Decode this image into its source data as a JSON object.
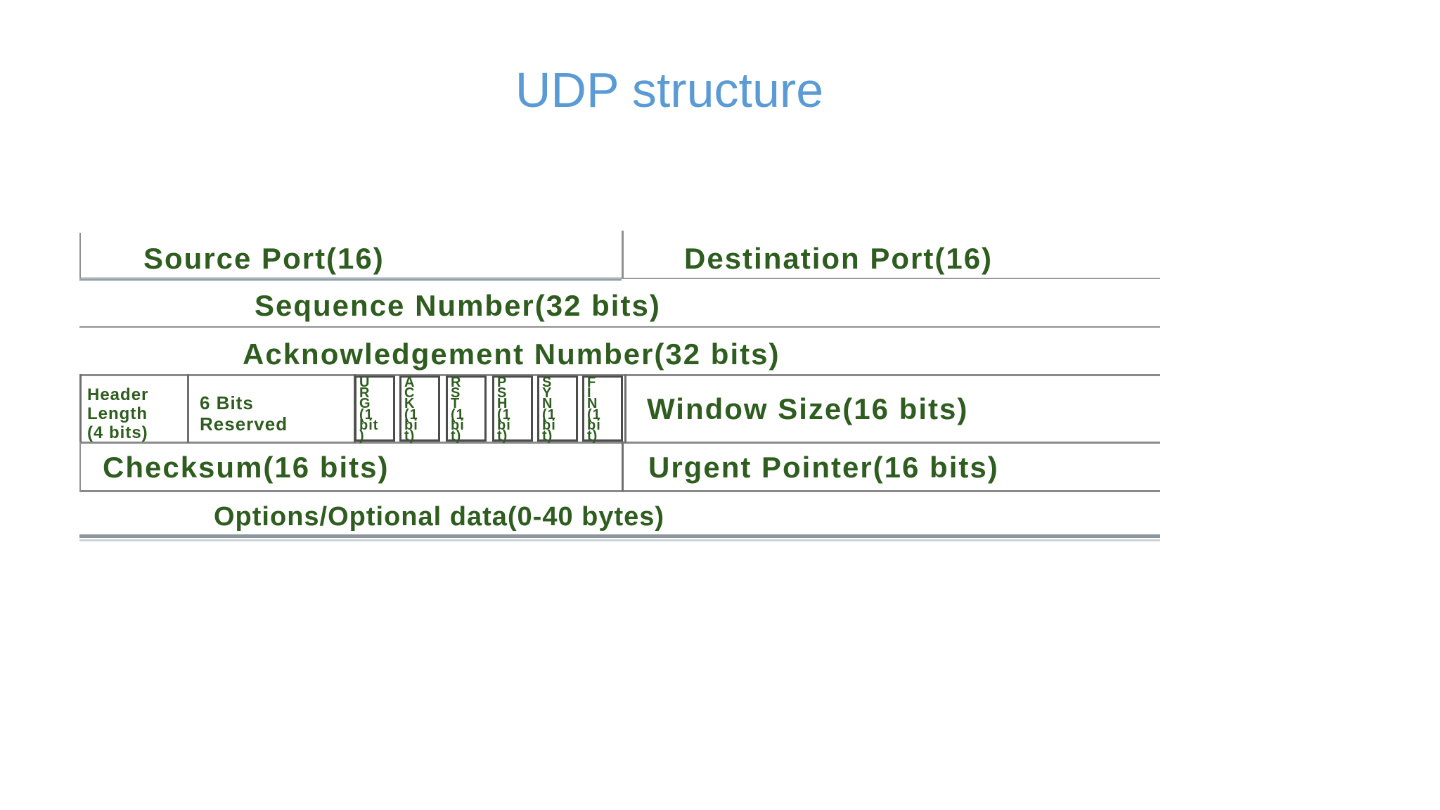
{
  "title": {
    "text": "UDP structure",
    "color": "#5b9bd5"
  },
  "diagram": {
    "text_color": "#2e5d1f",
    "rows": {
      "row1": {
        "source_port": "Source Port(16)",
        "destination_port": "Destination Port(16)"
      },
      "row2": {
        "label": "Sequence Number(32 bits)"
      },
      "row3": {
        "label": "Acknowledgement Number(32 bits)"
      },
      "row4": {
        "header_length_lines": [
          "Header",
          "Length",
          "(4 bits)"
        ],
        "reserved_lines": [
          "6 Bits",
          "Reserved"
        ],
        "flags": [
          {
            "name": "URG (1 bit)",
            "lines": [
              "U",
              "R",
              "G",
              "(1",
              "bit",
              ")"
            ]
          },
          {
            "name": "ACK (1 bit)",
            "lines": [
              "A",
              "C",
              "K",
              "(1",
              "bi",
              "t)"
            ]
          },
          {
            "name": "RST (1 bit)",
            "lines": [
              "R",
              "S",
              "T",
              "(1",
              "bi",
              "t)"
            ]
          },
          {
            "name": "PSH (1 bit)",
            "lines": [
              "P",
              "S",
              "H",
              "(1",
              "bi",
              "t)"
            ]
          },
          {
            "name": "SYN (1 bit)",
            "lines": [
              "S",
              "Y",
              "N",
              "(1",
              "bi",
              "t)"
            ]
          },
          {
            "name": "FIN (1 bit)",
            "lines": [
              "F",
              "I",
              "N",
              "(1",
              "bi",
              "t)"
            ]
          }
        ],
        "window_size": "Window Size(16 bits)"
      },
      "row5": {
        "checksum": "Checksum(16 bits)",
        "urgent_pointer": "Urgent Pointer(16 bits)"
      },
      "row6": {
        "label": "Options/Optional data(0-40 bytes)"
      }
    }
  }
}
